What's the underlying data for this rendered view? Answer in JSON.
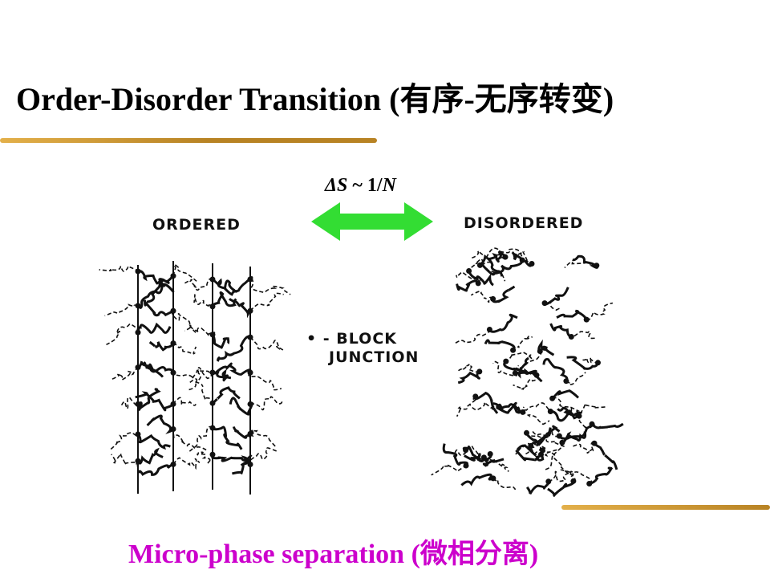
{
  "title": {
    "text": "Order-Disorder Transition (",
    "cjk": "有序-无序转变",
    "close": ")"
  },
  "entropy": {
    "delta": "Δ",
    "symbol": "S",
    "relation": " ~ 1/",
    "n": "N"
  },
  "arrow": {
    "color": "#33dd33",
    "direction": "double-headed"
  },
  "panels": {
    "ordered_label": "ORDERED",
    "disordered_label": "DISORDERED",
    "legend_line1": "• - BLOCK",
    "legend_line2": "JUNCTION"
  },
  "caption": {
    "text": "Micro-phase separation (",
    "cjk": "微相分离",
    "close": ")",
    "color": "#cc00cc"
  },
  "accent_color": "#b88324"
}
